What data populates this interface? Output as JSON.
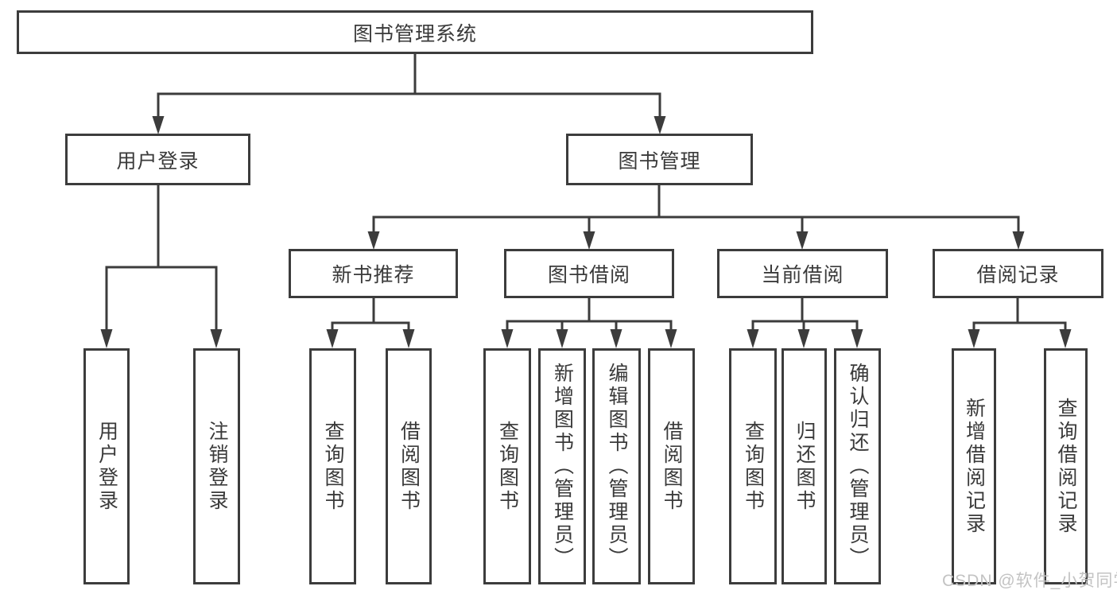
{
  "tree": {
    "root": "图书管理系统",
    "children": [
      {
        "label": "用户登录",
        "children": [
          "用户登录",
          "注销登录"
        ]
      },
      {
        "label": "图书管理",
        "children": [
          {
            "label": "新书推荐",
            "children": [
              "查询图书",
              "借阅图书"
            ]
          },
          {
            "label": "图书借阅",
            "children": [
              "查询图书",
              "新增图书（管理员）",
              "编辑图书（管理员）",
              "借阅图书"
            ]
          },
          {
            "label": "当前借阅",
            "children": [
              "查询图书",
              "归还图书",
              "确认归还（管理员）"
            ]
          },
          {
            "label": "借阅记录",
            "children": [
              "新增借阅记录",
              "查询借阅记录"
            ]
          }
        ]
      }
    ]
  },
  "watermark": {
    "text": "CSDN @软件_小贺同学"
  },
  "colors": {
    "line": "#3c3c3c",
    "text": "#3a3a3a",
    "watermark": "#c3c3c3",
    "background": "#ffffff"
  }
}
